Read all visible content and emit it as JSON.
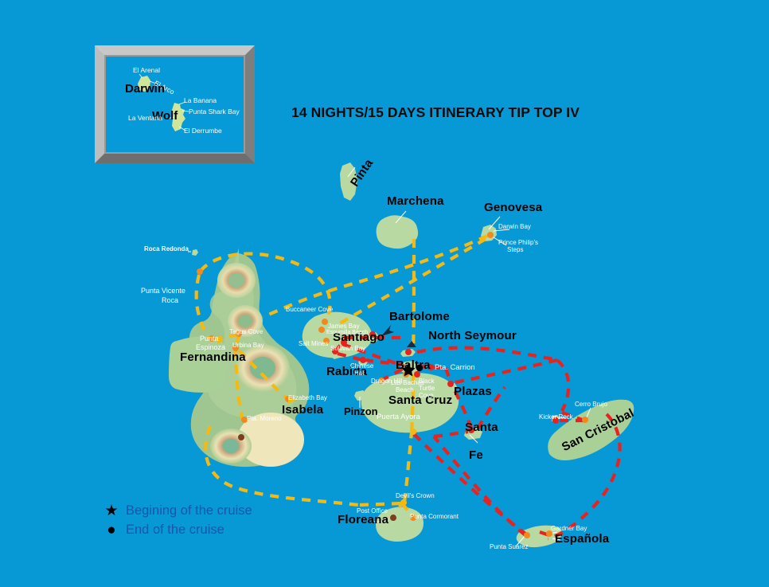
{
  "meta": {
    "title": "14 NIGHTS/15 DAYS ITINERARY TIP TOP IV",
    "sea_color": "#0798d6",
    "land_color": "#b5d9a0",
    "route_yellow": "#f5b914",
    "route_red": "#e8231f",
    "frame_color": "#9a9a9a"
  },
  "inset": {
    "islands": [
      {
        "name": "Darwin"
      },
      {
        "name": "Wolf"
      }
    ],
    "sites": [
      {
        "name": "El Arenal"
      },
      {
        "name": "El Arco"
      },
      {
        "name": "La Banana"
      },
      {
        "name": "Punta Shark Bay"
      },
      {
        "name": "La Ventana"
      },
      {
        "name": "El Derrumbe"
      }
    ]
  },
  "islands": [
    {
      "name": "Pinta"
    },
    {
      "name": "Marchena"
    },
    {
      "name": "Genovesa"
    },
    {
      "name": "Santiago"
    },
    {
      "name": "Bartolome"
    },
    {
      "name": "North Seymour"
    },
    {
      "name": "Rabida"
    },
    {
      "name": "Baltra"
    },
    {
      "name": "Plazas"
    },
    {
      "name": "Santa Cruz"
    },
    {
      "name": "Pinzon"
    },
    {
      "name": "Fernandina"
    },
    {
      "name": "Isabela"
    },
    {
      "name": "Santa"
    },
    {
      "name": "Fe"
    },
    {
      "name": "San Cristobal"
    },
    {
      "name": "Floreana"
    },
    {
      "name": "Española"
    }
  ],
  "sites": [
    {
      "name": "Roca Redonda"
    },
    {
      "name": "Punta Vicente"
    },
    {
      "name": "Roca"
    },
    {
      "name": "Punta"
    },
    {
      "name": "Espinoza"
    },
    {
      "name": "Tagus Cove"
    },
    {
      "name": "Urbina Bay"
    },
    {
      "name": "Elizabeth Bay"
    },
    {
      "name": "Pta. Moreno"
    },
    {
      "name": "Buccaneer Cove"
    },
    {
      "name": "James Bay"
    },
    {
      "name": "Espumilla Beach"
    },
    {
      "name": "Salt Mines"
    },
    {
      "name": "Sullivan Bay"
    },
    {
      "name": "Chinese"
    },
    {
      "name": "Hat"
    },
    {
      "name": "Dragon Hill"
    },
    {
      "name": "Las Bachas"
    },
    {
      "name": "Beach"
    },
    {
      "name": "Black"
    },
    {
      "name": "Turtle"
    },
    {
      "name": "Cove"
    },
    {
      "name": "Pta. Carrion"
    },
    {
      "name": "Puerta Ayora"
    },
    {
      "name": "Darwin Bay"
    },
    {
      "name": "Prince Philip's"
    },
    {
      "name": "Steps"
    },
    {
      "name": "Cerro Brujo"
    },
    {
      "name": "Kicker Rock"
    },
    {
      "name": "Devil's Crown"
    },
    {
      "name": "Post Office"
    },
    {
      "name": "Punta Cormorant"
    },
    {
      "name": "Gardner Bay"
    },
    {
      "name": "Punta Suárez"
    }
  ],
  "legend": {
    "begin": "Begining of the cruise",
    "end": "End of the cruise",
    "begin_glyph": "★",
    "end_glyph": "●"
  }
}
